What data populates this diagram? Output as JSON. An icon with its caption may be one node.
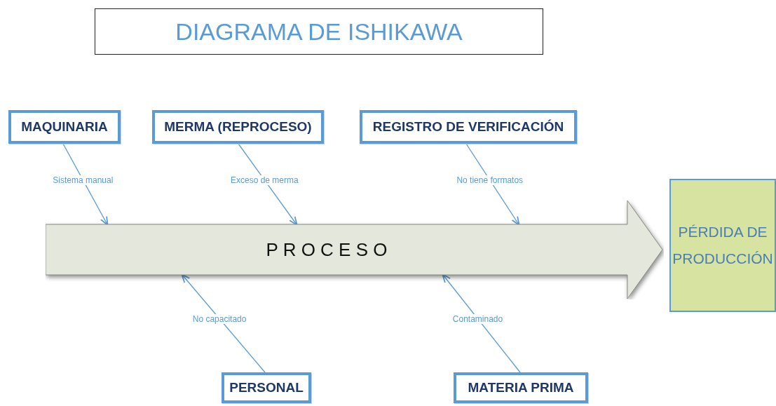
{
  "diagram": {
    "title": "DIAGRAMA DE ISHIKAWA",
    "nodes": [
      {
        "text": [
          "MAQUINARIA"
        ]
      },
      {
        "text": [
          "MERMA (REPROCESO)"
        ]
      },
      {
        "text": [
          "REGISTRO DE VERIFICACIÓN"
        ]
      },
      {
        "text": [
          "P R O C E S O"
        ]
      },
      {
        "text": [
          "PÉRDIDA DE PRODUCCIÓN"
        ]
      },
      {
        "text": [
          "PERSONAL"
        ]
      },
      {
        "text": [
          "MATERIA PRIMA"
        ]
      }
    ],
    "edges": [
      {
        "from": 0,
        "to": 3,
        "arrow": "to",
        "label": "Sistema manual"
      },
      {
        "from": 1,
        "to": 3,
        "arrow": "to",
        "label": "Exceso de merma"
      },
      {
        "from": 2,
        "to": 3,
        "arrow": "to",
        "label": "No tiene formatos"
      },
      {
        "from": 5,
        "to": 3,
        "arrow": "to",
        "label": "No capacitado"
      },
      {
        "from": 6,
        "to": 3,
        "arrow": "to",
        "label": "Contaminado"
      }
    ]
  }
}
